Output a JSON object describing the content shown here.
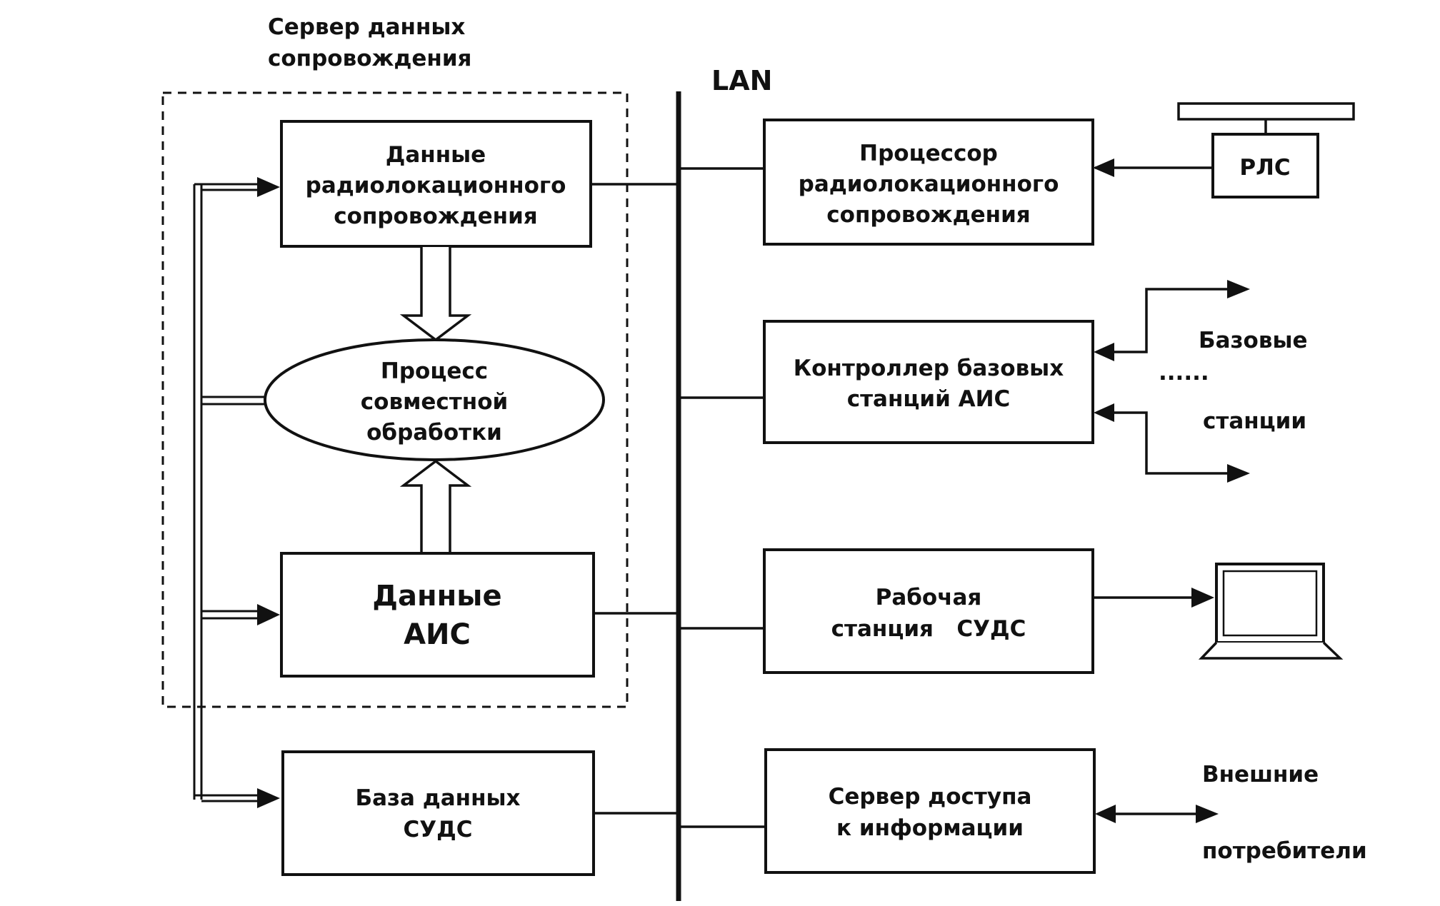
{
  "server_group": {
    "title_line1": "Сервер данных",
    "title_line2": "сопровождения"
  },
  "lan": {
    "label": "LAN"
  },
  "left": {
    "radar_data": {
      "line1": "Данные",
      "line2": "радиолокационного",
      "line3": "сопровождения"
    },
    "joint_process": {
      "line1": "Процесс",
      "line2": "совместной",
      "line3": "обработки"
    },
    "ais_data": {
      "line1": "Данные",
      "line2": "АИС"
    },
    "database": {
      "line1": "База данных",
      "line2": "СУДС"
    }
  },
  "right": {
    "radar_processor": {
      "line1": "Процессор",
      "line2": "радиолокационного",
      "line3": "сопровождения"
    },
    "ais_controller": {
      "line1": "Контроллер базовых",
      "line2": "станций АИС"
    },
    "workstation": {
      "line1": "Рабочая",
      "line2": "станция   СУДС"
    },
    "access_server": {
      "line1": "Сервер доступа",
      "line2": "к информации"
    }
  },
  "external": {
    "radar": "РЛС",
    "base_stations_top": "Базовые",
    "base_stations_dots": "......",
    "base_stations_bottom": "станции",
    "consumers_top": "Внешние",
    "consumers_bottom": "потребители"
  },
  "colors": {
    "ink": "#111111",
    "background": "#ffffff"
  },
  "icons": {
    "terminal": "computer-terminal-icon",
    "antenna": "radar-antenna-icon"
  }
}
